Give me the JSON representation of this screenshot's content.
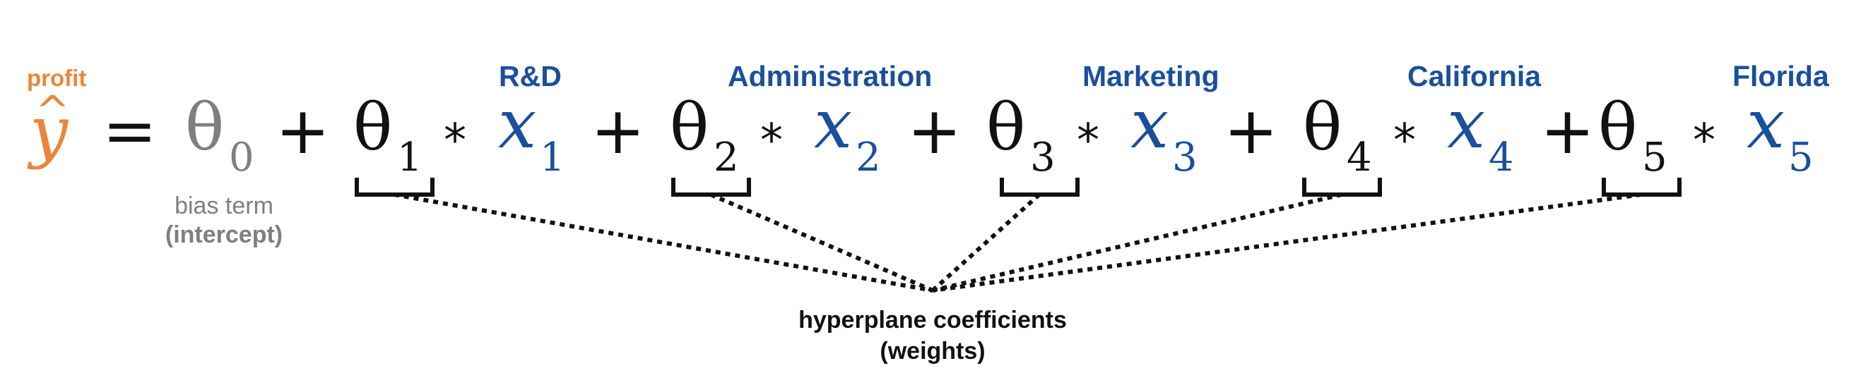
{
  "target_label": "profit",
  "features": [
    "R&D",
    "Administration",
    "Marketing",
    "California",
    "Florida"
  ],
  "bias": {
    "line1": "bias term",
    "line2": "(intercept)"
  },
  "coefficients": {
    "line1": "hyperplane coefficients",
    "line2": "(weights)"
  },
  "equation": {
    "y_symbol": "y",
    "hat_symbol": "^",
    "equals": "=",
    "plus": "+",
    "times": "*",
    "theta": "θ",
    "x": "x",
    "subscripts": [
      "0",
      "1",
      "2",
      "3",
      "4",
      "5"
    ]
  },
  "colors": {
    "target": "#e8873a",
    "feature": "#1a4f9c",
    "bias": "#7f7f7f",
    "text": "#111111"
  }
}
